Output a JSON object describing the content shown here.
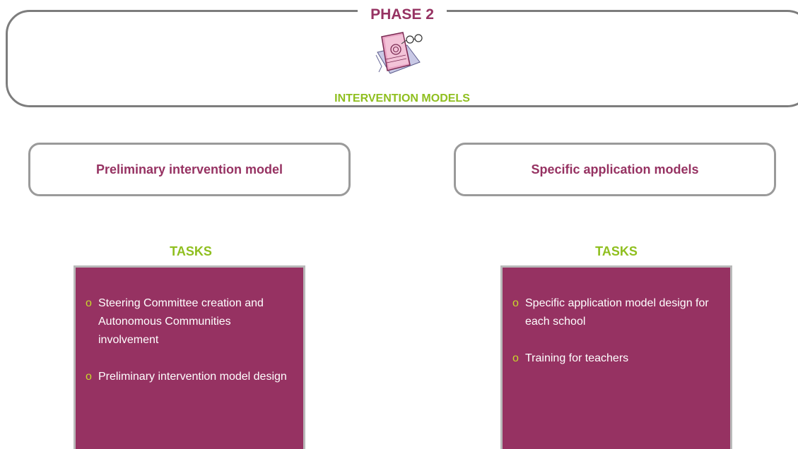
{
  "header": {
    "phase_label": "PHASE 2",
    "subtitle": "INTERVENTION MODELS",
    "illustration": "notebook-and-glasses-clipart"
  },
  "models": [
    {
      "label": "Preliminary intervention model"
    },
    {
      "label": "Specific application models"
    }
  ],
  "tasks": [
    {
      "heading": "TASKS",
      "items": [
        {
          "bullet": "o",
          "text": "Steering Committee creation and Autonomous Communities involvement"
        },
        {
          "bullet": "o",
          "text": "Preliminary intervention model design"
        }
      ]
    },
    {
      "heading": "TASKS",
      "items": [
        {
          "bullet": "o",
          "text": "Specific application model design for each school"
        },
        {
          "bullet": "o",
          "text": "Training for teachers"
        }
      ]
    }
  ],
  "colors": {
    "accent_purple": "#963262",
    "accent_green": "#8fbf1f",
    "bullet_yellow": "#c8d92a",
    "frame_gray": "#7d7d7d"
  }
}
